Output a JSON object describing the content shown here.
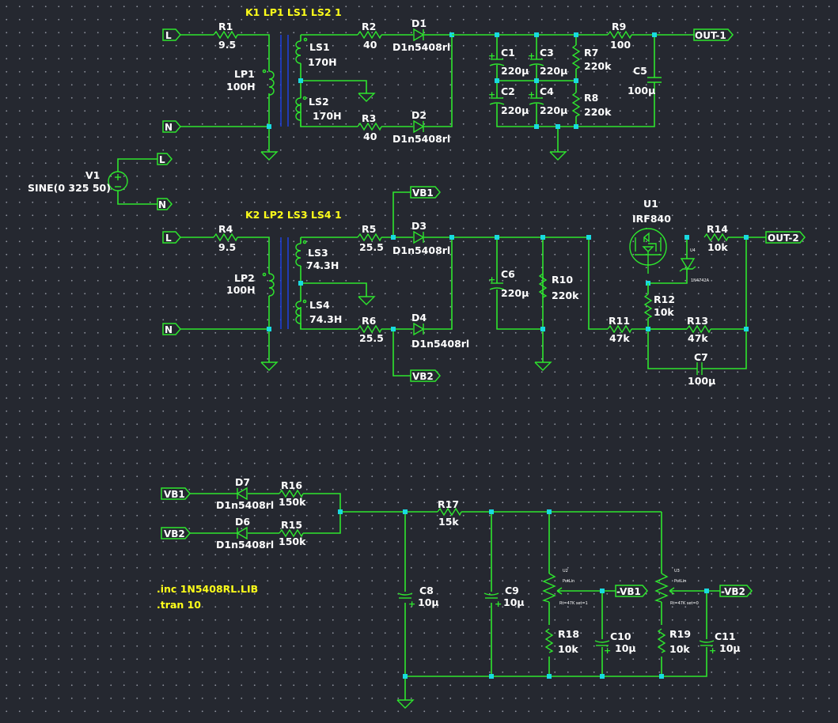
{
  "app": {
    "type": "circuit-schematic-editor",
    "background": "#252830",
    "wire_color": "#2ee62e",
    "junction_color": "#19d9e0",
    "directive_color": "#ffff1a",
    "core_color": "#1f3fd6"
  },
  "directives": {
    "k1": "K1 LP1 LS1 LS2 1",
    "k2": "K2 LP2 LS3 LS4 1",
    "inc": ".inc 1N5408RL.LIB",
    "tran": ".tran 10"
  },
  "ports": {
    "l1": "L",
    "n1": "N",
    "l2": "L",
    "n2": "N",
    "lv": "L",
    "nv": "N",
    "out1": "OUT-1",
    "out2": "OUT-2",
    "vb1": "VB1",
    "vb2": "VB2",
    "vb1_in": "VB1",
    "vb2_in": "VB2",
    "neg_vb1": "-VB1",
    "neg_vb2": "-VB2"
  },
  "components": {
    "V1": {
      "ref": "V1",
      "value": "SINE(0 325 50)"
    },
    "R1": {
      "ref": "R1",
      "value": "9.5"
    },
    "LP1": {
      "ref": "LP1",
      "value": "100H"
    },
    "LS1": {
      "ref": "LS1",
      "value": "170H"
    },
    "LS2": {
      "ref": "LS2",
      "value": "170H"
    },
    "R2": {
      "ref": "R2",
      "value": "40"
    },
    "R3": {
      "ref": "R3",
      "value": "40"
    },
    "D1": {
      "ref": "D1",
      "value": "D1n5408rl"
    },
    "D2": {
      "ref": "D2",
      "value": "D1n5408rl"
    },
    "C1": {
      "ref": "C1",
      "value": "220µ"
    },
    "C2": {
      "ref": "C2",
      "value": "220µ"
    },
    "C3": {
      "ref": "C3",
      "value": "220µ"
    },
    "C4": {
      "ref": "C4",
      "value": "220µ"
    },
    "R7": {
      "ref": "R7",
      "value": "220k"
    },
    "R8": {
      "ref": "R8",
      "value": "220k"
    },
    "R9": {
      "ref": "R9",
      "value": "100"
    },
    "C5": {
      "ref": "C5",
      "value": "100µ"
    },
    "R4": {
      "ref": "R4",
      "value": "9.5"
    },
    "LP2": {
      "ref": "LP2",
      "value": "100H"
    },
    "LS3": {
      "ref": "LS3",
      "value": "74.3H"
    },
    "LS4": {
      "ref": "LS4",
      "value": "74.3H"
    },
    "R5": {
      "ref": "R5",
      "value": "25.5"
    },
    "R6": {
      "ref": "R6",
      "value": "25.5"
    },
    "D3": {
      "ref": "D3",
      "value": "D1n5408rl"
    },
    "D4": {
      "ref": "D4",
      "value": "D1n5408rl"
    },
    "C6": {
      "ref": "C6",
      "value": "220µ"
    },
    "R10": {
      "ref": "R10",
      "value": "220k"
    },
    "U1": {
      "ref": "U1",
      "value": "IRF840"
    },
    "U4": {
      "ref": "U4",
      "value": "1N4742A"
    },
    "R14": {
      "ref": "R14",
      "value": "10k"
    },
    "R12": {
      "ref": "R12",
      "value": "10k"
    },
    "R11": {
      "ref": "R11",
      "value": "47k"
    },
    "R13": {
      "ref": "R13",
      "value": "47k"
    },
    "C7": {
      "ref": "C7",
      "value": "100µ"
    },
    "D7": {
      "ref": "D7",
      "value": "D1n5408rl"
    },
    "D6": {
      "ref": "D6",
      "value": "D1n5408rl"
    },
    "R16": {
      "ref": "R16",
      "value": "150k"
    },
    "R15": {
      "ref": "R15",
      "value": "150k"
    },
    "R17": {
      "ref": "R17",
      "value": "15k"
    },
    "C8": {
      "ref": "C8",
      "value": "10µ"
    },
    "C9": {
      "ref": "C9",
      "value": "10µ"
    },
    "U2": {
      "ref": "U2",
      "value": "PotLin",
      "params": "Rt=47K set=1"
    },
    "U3": {
      "ref": "U3",
      "value": "PotLin",
      "params": "Rt=47K set=0"
    },
    "R18": {
      "ref": "R18",
      "value": "10k"
    },
    "R19": {
      "ref": "R19",
      "value": "10k"
    },
    "C10": {
      "ref": "C10",
      "value": "10µ"
    },
    "C11": {
      "ref": "C11",
      "value": "10µ"
    }
  }
}
